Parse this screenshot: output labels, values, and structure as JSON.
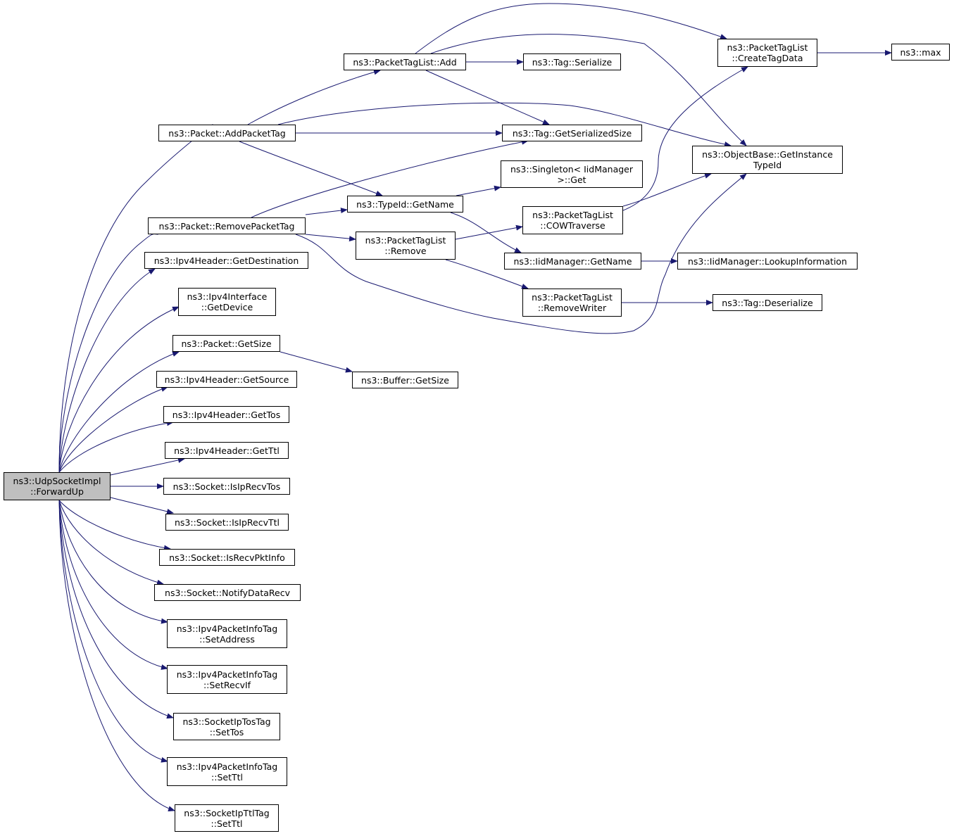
{
  "graph": {
    "edge_color": "#191970",
    "root_fill": "#bfbfbf",
    "nodes": [
      {
        "id": "udp",
        "lines": [
          "ns3::UdpSocketImpl",
          "::ForwardUp"
        ],
        "root": true
      },
      {
        "id": "addtag",
        "lines": [
          "ns3::Packet::AddPacketTag"
        ]
      },
      {
        "id": "remtag",
        "lines": [
          "ns3::Packet::RemovePacketTag"
        ]
      },
      {
        "id": "getdest",
        "lines": [
          "ns3::Ipv4Header::GetDestination"
        ]
      },
      {
        "id": "getdevice",
        "lines": [
          "ns3::Ipv4Interface",
          "::GetDevice"
        ]
      },
      {
        "id": "getsize",
        "lines": [
          "ns3::Packet::GetSize"
        ]
      },
      {
        "id": "getsource",
        "lines": [
          "ns3::Ipv4Header::GetSource"
        ]
      },
      {
        "id": "gettos",
        "lines": [
          "ns3::Ipv4Header::GetTos"
        ]
      },
      {
        "id": "getttl",
        "lines": [
          "ns3::Ipv4Header::GetTtl"
        ]
      },
      {
        "id": "isiprecvtos",
        "lines": [
          "ns3::Socket::IsIpRecvTos"
        ]
      },
      {
        "id": "isiprecvttl",
        "lines": [
          "ns3::Socket::IsIpRecvTtl"
        ]
      },
      {
        "id": "isrecvpktinfo",
        "lines": [
          "ns3::Socket::IsRecvPktInfo"
        ]
      },
      {
        "id": "notify",
        "lines": [
          "ns3::Socket::NotifyDataRecv"
        ]
      },
      {
        "id": "setaddress",
        "lines": [
          "ns3::Ipv4PacketInfoTag",
          "::SetAddress"
        ]
      },
      {
        "id": "setrecvif",
        "lines": [
          "ns3::Ipv4PacketInfoTag",
          "::SetRecvIf"
        ]
      },
      {
        "id": "settos",
        "lines": [
          "ns3::SocketIpTosTag",
          "::SetTos"
        ]
      },
      {
        "id": "setttl1",
        "lines": [
          "ns3::Ipv4PacketInfoTag",
          "::SetTtl"
        ]
      },
      {
        "id": "setttl2",
        "lines": [
          "ns3::SocketIpTtlTag",
          "::SetTtl"
        ]
      },
      {
        "id": "ptladd",
        "lines": [
          "ns3::PacketTagList::Add"
        ]
      },
      {
        "id": "typeidname",
        "lines": [
          "ns3::TypeId::GetName"
        ]
      },
      {
        "id": "ptlremove",
        "lines": [
          "ns3::PacketTagList",
          "::Remove"
        ]
      },
      {
        "id": "buffersize",
        "lines": [
          "ns3::Buffer::GetSize"
        ]
      },
      {
        "id": "tagserialize",
        "lines": [
          "ns3::Tag::Serialize"
        ]
      },
      {
        "id": "tagsersize",
        "lines": [
          "ns3::Tag::GetSerializedSize"
        ]
      },
      {
        "id": "singleton",
        "lines": [
          "ns3::Singleton< IidManager",
          ">::Get"
        ]
      },
      {
        "id": "cowtraverse",
        "lines": [
          "ns3::PacketTagList",
          "::COWTraverse"
        ]
      },
      {
        "id": "iidgetname",
        "lines": [
          "ns3::IidManager::GetName"
        ]
      },
      {
        "id": "removewriter",
        "lines": [
          "ns3::PacketTagList",
          "::RemoveWriter"
        ]
      },
      {
        "id": "createtagdata",
        "lines": [
          "ns3::PacketTagList",
          "::CreateTagData"
        ]
      },
      {
        "id": "getinstance",
        "lines": [
          "ns3::ObjectBase::GetInstance",
          "TypeId"
        ]
      },
      {
        "id": "lookup",
        "lines": [
          "ns3::IidManager::LookupInformation"
        ]
      },
      {
        "id": "tagdeserialize",
        "lines": [
          "ns3::Tag::Deserialize"
        ]
      },
      {
        "id": "max",
        "lines": [
          "ns3::max"
        ]
      }
    ]
  }
}
